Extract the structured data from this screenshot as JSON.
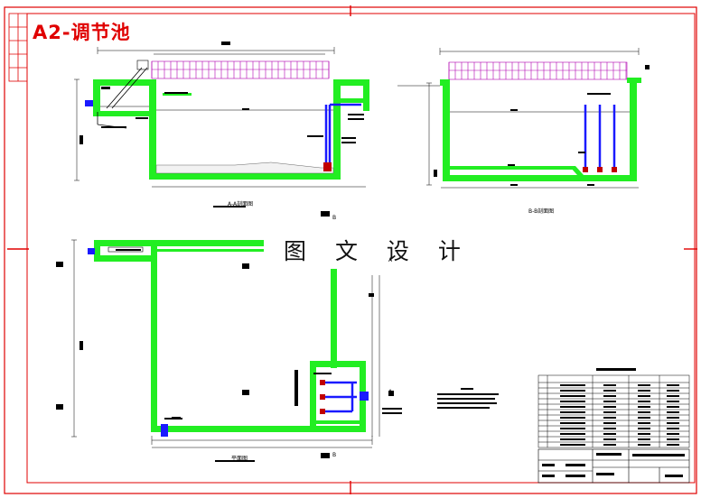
{
  "drawing": {
    "title": "A2-调节池",
    "watermark": "图 文 设 计"
  },
  "colors": {
    "border": "#e00000",
    "wall": "#22ee22",
    "pipe": "#1a1aff",
    "grid": "#b000b0",
    "line": "#000000"
  },
  "views": [
    {
      "id": "section-a",
      "icon": "tank-section-icon"
    },
    {
      "id": "section-b",
      "icon": "tank-section-icon"
    },
    {
      "id": "plan",
      "icon": "tank-plan-icon"
    }
  ]
}
